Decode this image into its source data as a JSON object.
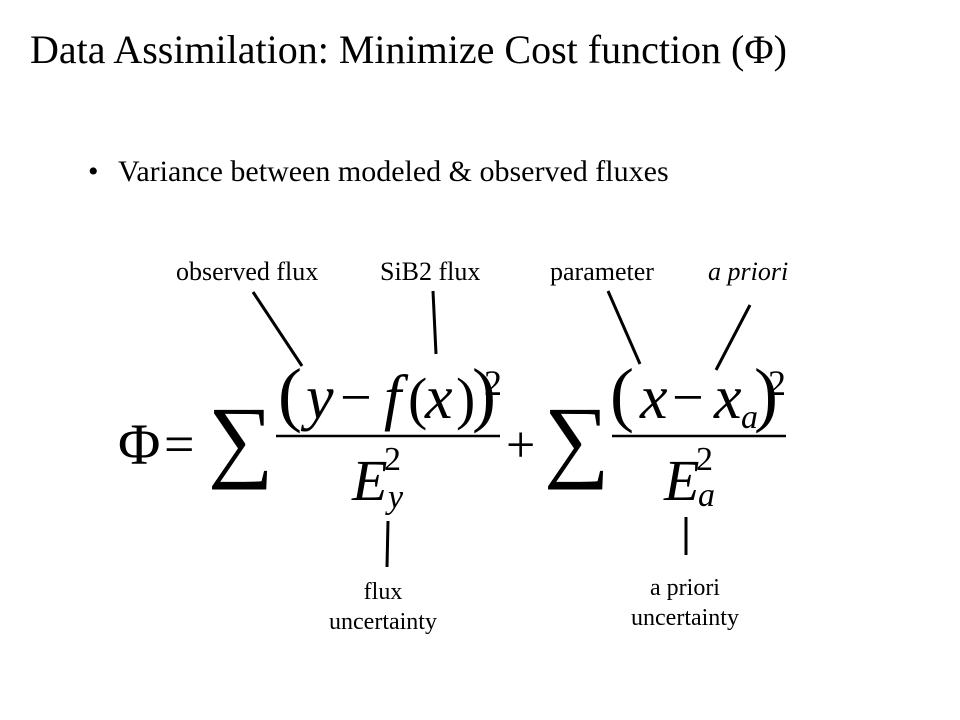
{
  "slide": {
    "title": "Data Assimilation: Minimize Cost function (Φ)",
    "bullet": "Variance between modeled & observed fluxes"
  },
  "labels": {
    "observed_flux": "observed flux",
    "sib2_flux": "SiB2 flux",
    "parameter": "parameter",
    "a_priori": "a priori",
    "flux_uncertainty_line1": "flux",
    "flux_uncertainty_line2": "uncertainty",
    "apriori_uncertainty_line1": "a priori",
    "apriori_uncertainty_line2": "uncertainty"
  },
  "equation": {
    "phi": "Φ",
    "equals": "=",
    "sum": "∑",
    "plus": "+",
    "open_paren": "(",
    "close_paren": ")",
    "y": "y",
    "minus": "−",
    "f": "f",
    "x": "x",
    "sub_a": "a",
    "sub_y": "y",
    "E": "E",
    "exp": "2"
  }
}
